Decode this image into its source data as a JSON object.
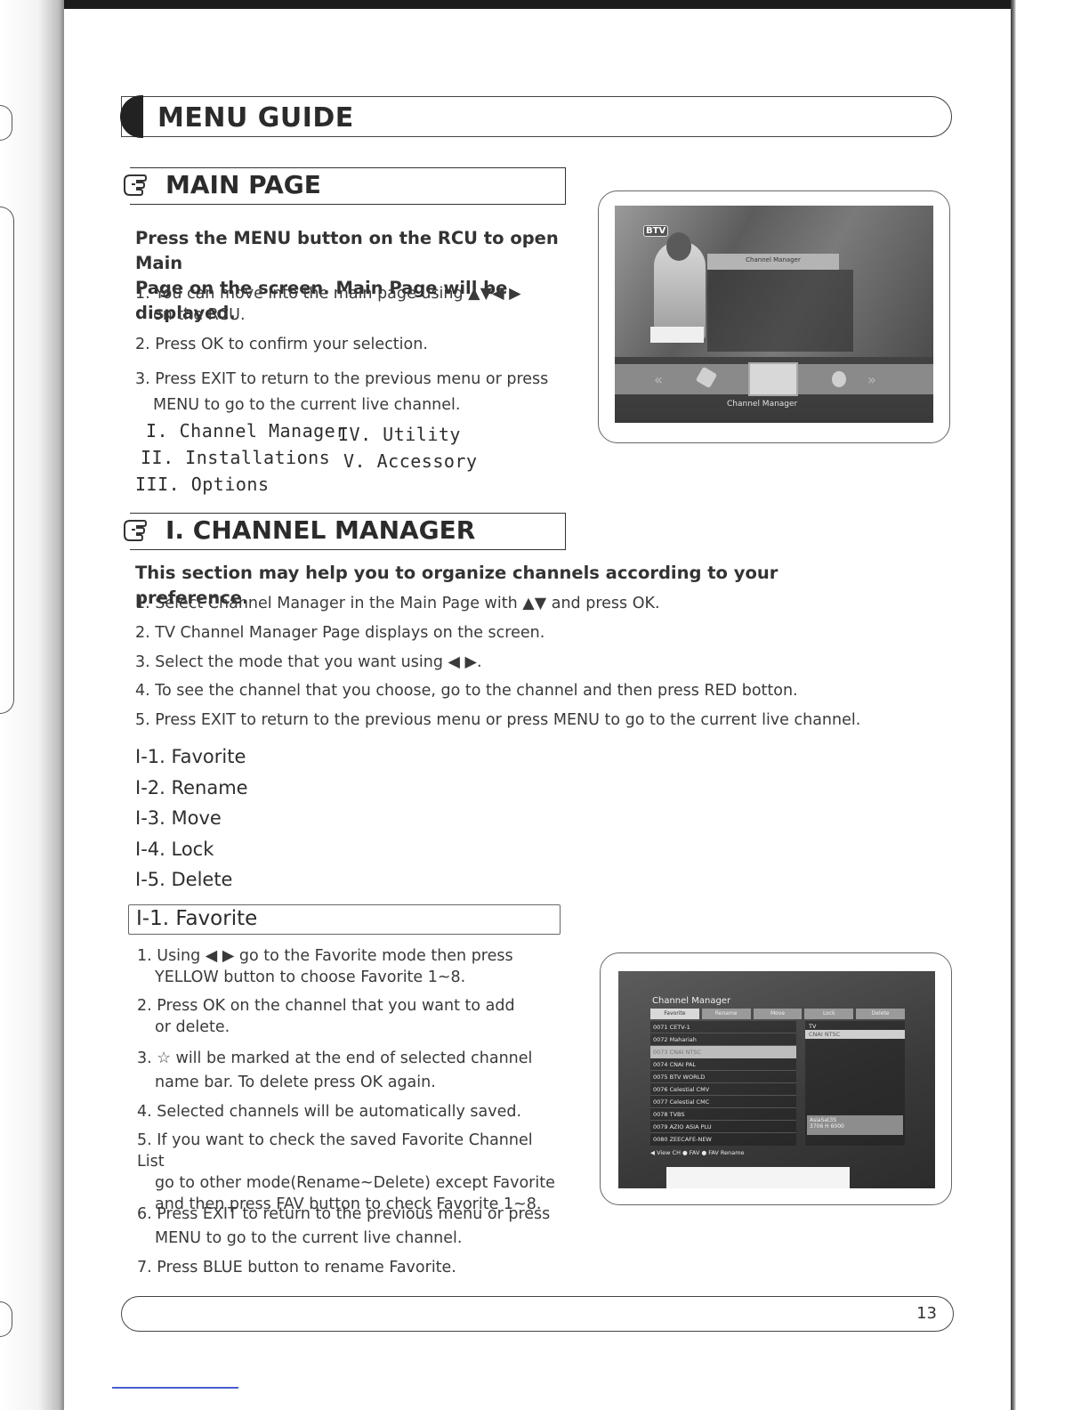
{
  "header": {
    "title": "MENU GUIDE"
  },
  "main_page": {
    "title": "MAIN PAGE",
    "lead_lines": [
      "Press the MENU button on the RCU to open Main",
      "Page on the screen. Main Page will be displayed."
    ],
    "steps": [
      {
        "line1": "1. You can move into the main page using ▲▼◀ ▶",
        "line2": "on the RCU."
      },
      {
        "line1": "2. Press OK to confirm your selection.",
        "line2": ""
      },
      {
        "line1": "3. Press EXIT to return to the previous menu or press",
        "line2": "MENU to go to the current live channel."
      }
    ],
    "menu_items": [
      "I. Channel Manager",
      "IV. Utility",
      "II. Installations",
      "V. Accessory",
      "III. Options"
    ],
    "screen": {
      "logo": "BTV",
      "menu_title": "Channel Manager",
      "caption": "Channel Manager"
    }
  },
  "channel_manager": {
    "title": "I. CHANNEL MANAGER",
    "lead": "This section may help you to organize channels according to your preference.",
    "steps": [
      "1. Select Channel Manager in the Main Page with ▲▼ and press OK.",
      "2. TV Channel Manager Page displays on the screen.",
      "3. Select the mode that you want using ◀ ▶.",
      "4. To see the channel that you choose, go to the channel and then press RED botton.",
      "5. Press EXIT to return to the previous menu or press MENU to go to the current live channel."
    ],
    "sub_items": [
      "I-1. Favorite",
      "I-2. Rename",
      "I-3. Move",
      "I-4. Lock",
      "I-5. Delete"
    ]
  },
  "favorite": {
    "title": "I-1. Favorite",
    "steps": [
      {
        "lines": [
          "1. Using ◀ ▶ go to the Favorite mode then press",
          "YELLOW button to choose Favorite 1~8."
        ]
      },
      {
        "lines": [
          "2. Press OK on the channel that you want to add",
          "or delete."
        ]
      },
      {
        "lines": [
          "3. ☆ will be marked at the end of selected channel",
          "name bar. To delete press OK again."
        ]
      },
      {
        "lines": [
          "4. Selected channels will be automatically saved."
        ]
      },
      {
        "lines": [
          "5. If you want to check the saved Favorite Channel List",
          "go to other mode(Rename~Delete) except Favorite",
          "and then press FAV button to check Favorite 1~8."
        ]
      },
      {
        "lines": [
          "6. Press EXIT to return to the previous menu or press",
          "MENU to go to the current live channel."
        ]
      },
      {
        "lines": [
          "7. Press BLUE button to rename Favorite."
        ]
      }
    ],
    "screen": {
      "title": "Channel Manager",
      "tabs": [
        "Favorite",
        "Rename",
        "Move",
        "Lock",
        "Delete"
      ],
      "channels": [
        "0071 CETV-1",
        "0072 Mahariah",
        "0073 CNAI NTSC",
        "0074 CNAI PAL",
        "0075 BTV WORLD",
        "0076 Celestial CMV",
        "0077 Celestial CMC",
        "0078 TVBS",
        "0079 AZIO ASIA PLU",
        "0080 ZEECAFE-NEW"
      ],
      "info_type": "TV",
      "info_channel": "CNAI NTSC",
      "sat_name": "AsiaSat3S",
      "sat_freq": "3706 H 6000",
      "footer": "◀ View CH   ● FAV   ● FAV Rename"
    }
  },
  "footer": {
    "page_number": "13"
  }
}
